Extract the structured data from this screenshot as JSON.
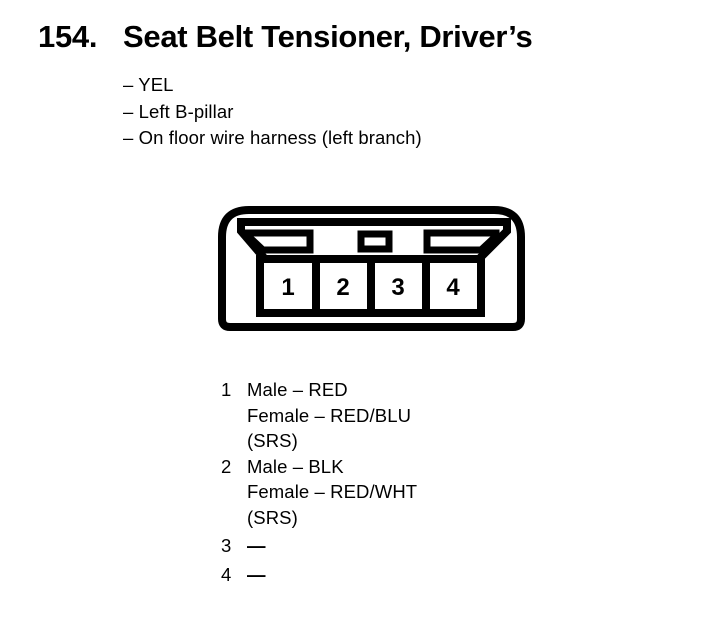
{
  "colors": {
    "ink": "#000000",
    "background": "#ffffff"
  },
  "entry": {
    "number": "154.",
    "title": "Seat Belt Tensioner, Driver’s",
    "details": [
      "– YEL",
      "– Left B-pillar",
      "– On floor wire harness (left branch)"
    ]
  },
  "connector": {
    "pins": [
      "1",
      "2",
      "3",
      "4"
    ]
  },
  "legend": {
    "rows": [
      {
        "pin": "1",
        "lines": [
          "Male – RED",
          "Female – RED/BLU",
          "(SRS)"
        ]
      },
      {
        "pin": "2",
        "lines": [
          "Male – BLK",
          "Female – RED/WHT",
          "(SRS)"
        ]
      },
      {
        "pin": "3",
        "lines": [
          "—"
        ]
      },
      {
        "pin": "4",
        "lines": [
          "—"
        ]
      }
    ]
  }
}
